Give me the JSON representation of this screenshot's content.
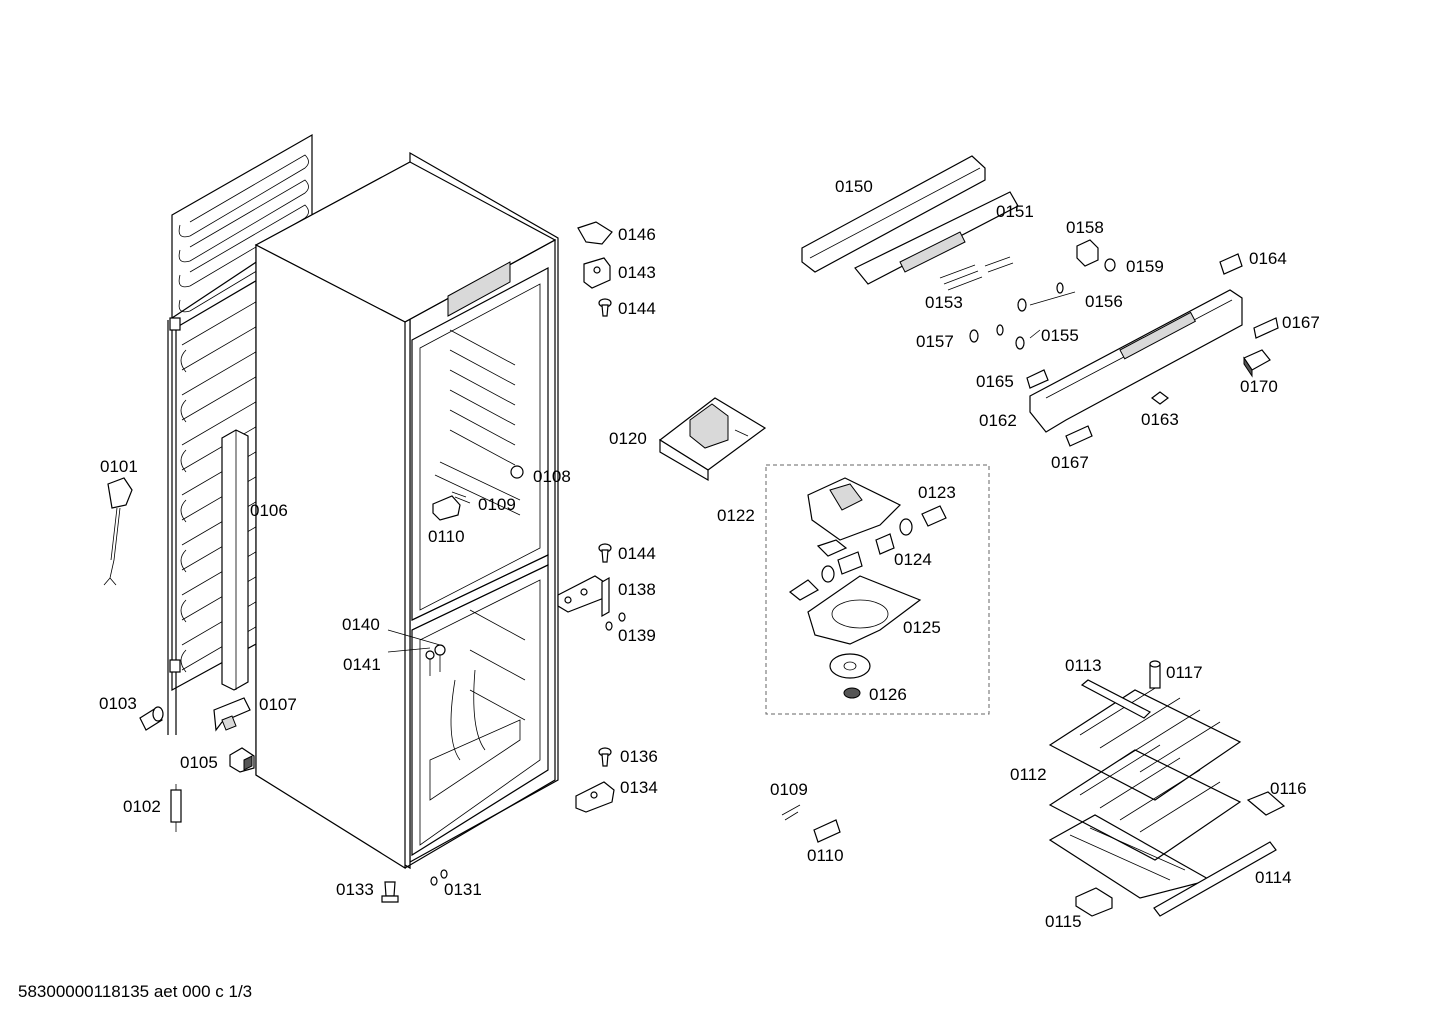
{
  "footer": {
    "drawing_id": "58300000118135 aet 000 c 1/3"
  },
  "labels": {
    "l0101": "0101",
    "l0102": "0102",
    "l0103": "0103",
    "l0105": "0105",
    "l0106": "0106",
    "l0107": "0107",
    "l0108": "0108",
    "l0109a": "0109",
    "l0110a": "0110",
    "l0140": "0140",
    "l0141": "0141",
    "l0133": "0133",
    "l0131": "0131",
    "l0146": "0146",
    "l0143": "0143",
    "l0144a": "0144",
    "l0144b": "0144",
    "l0138": "0138",
    "l0139": "0139",
    "l0136": "0136",
    "l0134": "0134",
    "l0120": "0120",
    "l0122": "0122",
    "l0123": "0123",
    "l0124": "0124",
    "l0125": "0125",
    "l0126": "0126",
    "l0109b": "0109",
    "l0110b": "0110",
    "l0150": "0150",
    "l0151": "0151",
    "l0153": "0153",
    "l0158": "0158",
    "l0159": "0159",
    "l0156": "0156",
    "l0157": "0157",
    "l0155": "0155",
    "l0164": "0164",
    "l0167a": "0167",
    "l0165": "0165",
    "l0170": "0170",
    "l0162": "0162",
    "l0163": "0163",
    "l0167b": "0167",
    "l0113": "0113",
    "l0117": "0117",
    "l0112": "0112",
    "l0116": "0116",
    "l0114": "0114",
    "l0115": "0115"
  }
}
